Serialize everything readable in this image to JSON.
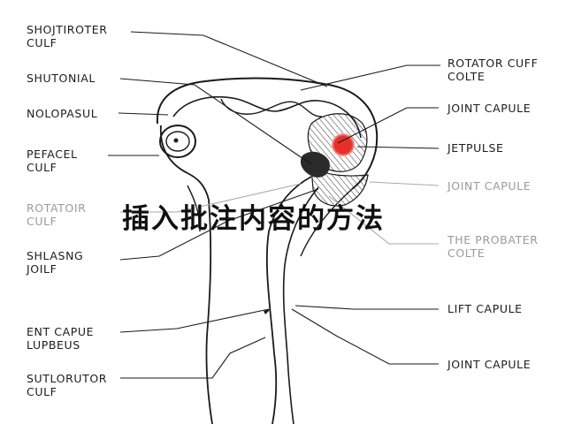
{
  "overlay_caption": "插入批注内容的方法",
  "labels_left": [
    {
      "id": "l1",
      "lines": [
        "SHOJTIROTER",
        "CULF"
      ],
      "faint": false
    },
    {
      "id": "l2",
      "lines": [
        "SHUTONIAL"
      ],
      "faint": false
    },
    {
      "id": "l3",
      "lines": [
        "NOLOPASUL"
      ],
      "faint": false
    },
    {
      "id": "l4",
      "lines": [
        "PEFACEL",
        "CULF"
      ],
      "faint": false
    },
    {
      "id": "l5",
      "lines": [
        "ROTATOIR",
        "CULF"
      ],
      "faint": true
    },
    {
      "id": "l6",
      "lines": [
        "SHLASNG",
        "JOILF"
      ],
      "faint": false
    },
    {
      "id": "l7",
      "lines": [
        "ENT CAPUE",
        "LUPBEUS"
      ],
      "faint": false
    },
    {
      "id": "l8",
      "lines": [
        "SUTLORUTOR",
        "CULF"
      ],
      "faint": false
    }
  ],
  "labels_right": [
    {
      "id": "r1",
      "lines": [
        "ROTATOR CUFF",
        "COLTE"
      ],
      "faint": false
    },
    {
      "id": "r2",
      "lines": [
        "JOINT CAPULE"
      ],
      "faint": false
    },
    {
      "id": "r3",
      "lines": [
        "JETPULSE"
      ],
      "faint": false
    },
    {
      "id": "r4",
      "lines": [
        "JOINT CAPULE"
      ],
      "faint": true
    },
    {
      "id": "r5",
      "lines": [
        "THE PROBATER",
        "COLTE"
      ],
      "faint": true
    },
    {
      "id": "r6",
      "lines": [
        "LIFT CAPULE"
      ],
      "faint": false
    },
    {
      "id": "r7",
      "lines": [
        "JOINT CAPULE"
      ],
      "faint": false
    }
  ],
  "colors": {
    "line": "#1a1a1a",
    "faint_line": "#a8a8a8",
    "highlight": "#e8302a",
    "highlight_glow": "#f7b4b0"
  }
}
